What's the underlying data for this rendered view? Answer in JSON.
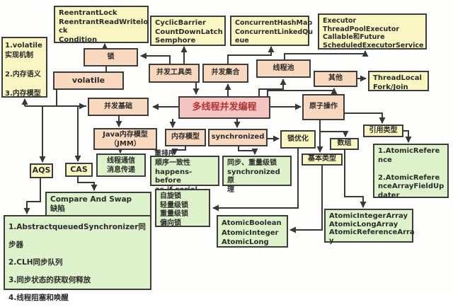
{
  "diagram": {
    "topic": "多线程并发编程",
    "type": "concept-map"
  },
  "colors": {
    "box_yellow": "#f9f6c3",
    "box_salmon": "#f8d8bf",
    "box_green": "#ddf1ca",
    "center_bg": "#f7c4c4",
    "center_text": "#b03434",
    "line": "#383838",
    "border": "#3c3c3c"
  },
  "nodes": {
    "reentrant": {
      "text": "ReentrantLock\nReentrantReadWritelo\nck\nCondition"
    },
    "cyclic": {
      "text": "CyclicBarrier\nCountDownLatch\nSemphore"
    },
    "chm": {
      "text": "ConcurrentHashMap\nConcurrentLinkedQu\neue"
    },
    "executor": {
      "text": "Executor\nThreadPoolExecutor\nCallable和Future\nScheduledExecutorService"
    },
    "volnotes": {
      "text": "1.volatile\n实现机制\n\n2.内存语义\n\n3.内存模型"
    },
    "lock": {
      "text": "锁"
    },
    "volatile": {
      "text": "volatile"
    },
    "tools": {
      "text": "并发工具类"
    },
    "collections": {
      "text": "并发集合"
    },
    "pool": {
      "text": "线程池"
    },
    "other": {
      "text": "其他"
    },
    "threadlocal": {
      "text": "ThreadLocal\nFork/Join"
    },
    "basics": {
      "text": "并发基础"
    },
    "center": {
      "text": "多线程并发编程"
    },
    "atomic": {
      "text": "原子操作"
    },
    "jmm": {
      "text": "Java内存模型\n（JMM）"
    },
    "memmodel": {
      "text": "内存模型"
    },
    "sync": {
      "text": "synchronized"
    },
    "lockopt": {
      "text": "锁优化"
    },
    "reftype": {
      "text": "引用类型"
    },
    "array": {
      "text": "数组"
    },
    "basictype": {
      "text": "基本类型"
    },
    "threadcomm": {
      "text": "线程通信\n消息传递"
    },
    "reorder_label": {
      "text": "重排序"
    },
    "seq": {
      "text": "顺序一致性\nhappens-before\nas-if-serial"
    },
    "syncprin": {
      "text": "同步、重量级锁\nsynchronized原\n理"
    },
    "spin": {
      "text": "自旋锁\n轻量级锁\n重量级锁\n偏向锁"
    },
    "atomicbasic": {
      "text": "AtomicBoolean\nAtomicInteger\nAtomicLong"
    },
    "compare": {
      "text": "Compare And Swap\n缺陷"
    },
    "aqsdetail": {
      "text": "1.AbstractqueuedSynchronizer同步器\n2.CLH同步队列\n3.同步状态的获取何释放\n4.线程阻塞和唤醒"
    },
    "atomicref": {
      "text": "1.AtomicRefere\nnce\n\n2.AtomicRefere\nnceArrayFieldUp\ndater"
    },
    "atomicarr": {
      "text": "AtomicIntegerArray\nAtomicLongArray\nAtomicReferenceArra\ny"
    },
    "aqs": {
      "text": "AQS"
    },
    "cas": {
      "text": "CAS"
    }
  }
}
